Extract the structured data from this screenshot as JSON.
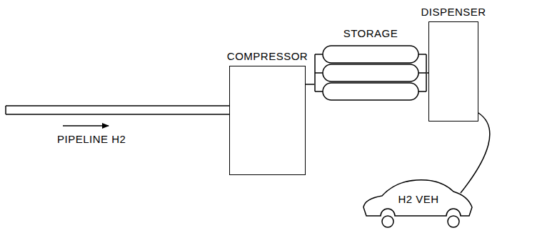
{
  "diagram": {
    "nodes": [
      {
        "text": [
          "COMPRESSOR"
        ]
      },
      {
        "text": [
          "STORAGE"
        ]
      },
      {
        "text": [
          "DISPENSER"
        ]
      },
      {
        "text": [
          "H2 VEH"
        ]
      }
    ],
    "edges": [
      {
        "from": 0,
        "to": 1,
        "arrow": "none"
      },
      {
        "from": 1,
        "to": 2,
        "arrow": "none"
      },
      {
        "from": 2,
        "to": 3,
        "arrow": "none"
      }
    ],
    "labels": [
      "PIPELINE H2"
    ]
  }
}
